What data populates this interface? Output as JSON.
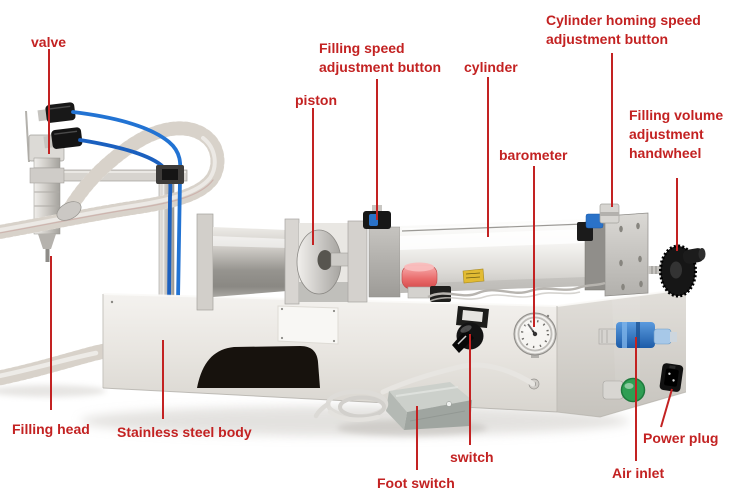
{
  "figure": {
    "kind": "annotated parts diagram of a pneumatic liquid filling machine"
  },
  "labels": {
    "valve": {
      "text": "valve"
    },
    "filling_speed": {
      "text": "Filling speed\nadjustment button"
    },
    "piston": {
      "text": "piston"
    },
    "cylinder": {
      "text": "cylinder"
    },
    "barometer": {
      "text": "barometer"
    },
    "cylinder_homing": {
      "text": "Cylinder homing speed\nadjustment button"
    },
    "filling_volume": {
      "text": "Filling volume\nadjustment\nhandwheel"
    },
    "filling_head": {
      "text": "Filling head"
    },
    "stainless_body": {
      "text": "Stainless steel body"
    },
    "foot_switch": {
      "text": "Foot switch"
    },
    "switch": {
      "text": "switch"
    },
    "power_plug": {
      "text": "Power plug"
    },
    "air_inlet": {
      "text": "Air inlet"
    }
  },
  "colors": {
    "annotation_red": "#c32222",
    "air_tube_blue": "#2273d3",
    "air_inlet_blue": "#2a72c8",
    "green_button": "#2f9e53",
    "emergency_button_pink": "#e96a6a",
    "machine_steel": "#e7e4df",
    "handwheel_black": "#161616",
    "background": "#ffffff"
  }
}
